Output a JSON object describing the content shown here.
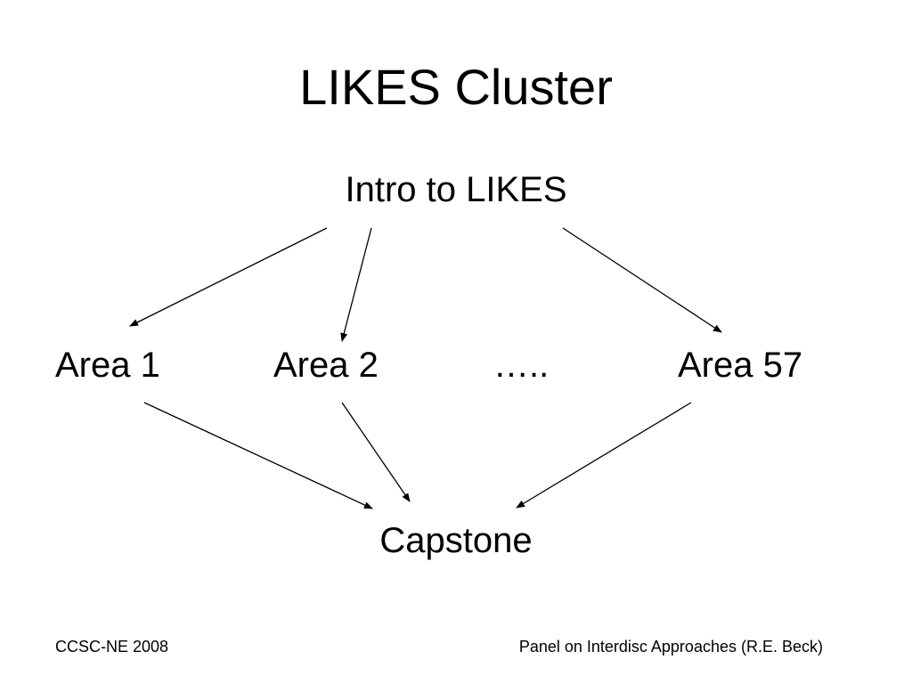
{
  "slide": {
    "title": "LIKES Cluster",
    "nodes": {
      "intro": "Intro to LIKES",
      "area_1": "Area 1",
      "area_2": "Area 2",
      "ellipsis": "…..",
      "area_57": "Area 57",
      "capstone": "Capstone"
    },
    "edges": [
      {
        "from": "intro",
        "to": "area_1"
      },
      {
        "from": "intro",
        "to": "area_2"
      },
      {
        "from": "intro",
        "to": "area_57"
      },
      {
        "from": "area_1",
        "to": "capstone"
      },
      {
        "from": "area_2",
        "to": "capstone"
      },
      {
        "from": "area_57",
        "to": "capstone"
      }
    ],
    "footer": {
      "left": "CCSC-NE 2008",
      "right": "Panel on Interdisc Approaches  (R.E. Beck)"
    }
  }
}
